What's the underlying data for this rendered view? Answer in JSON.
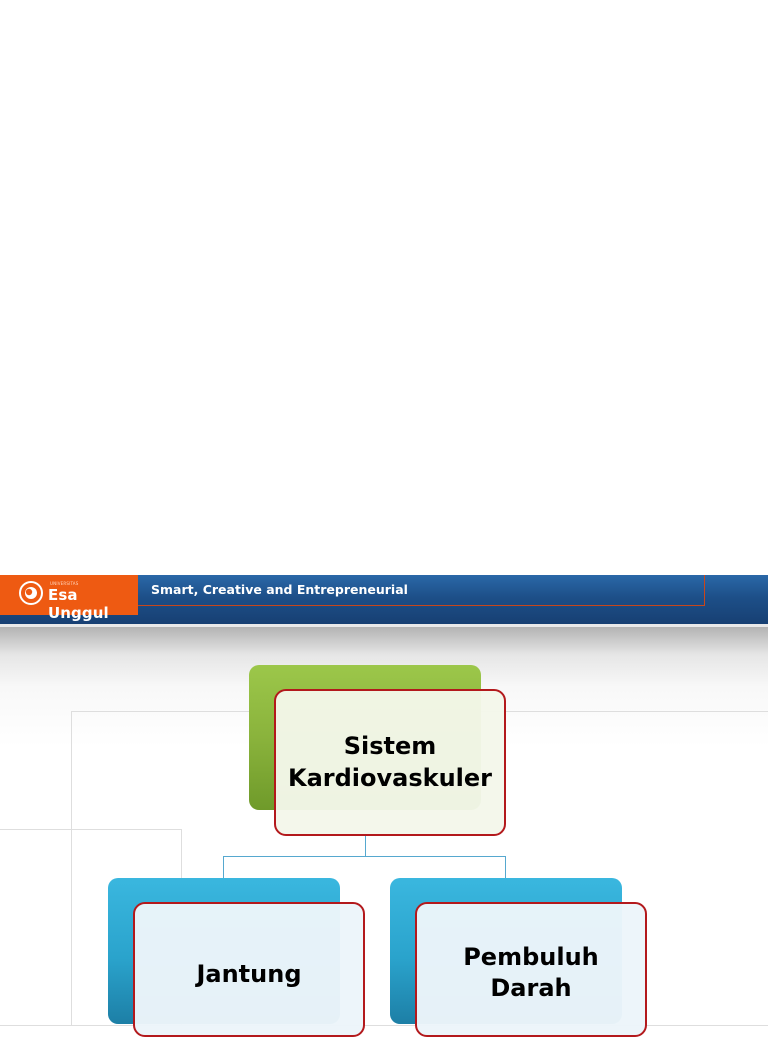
{
  "banner": {
    "logo_small": "UNIVERSITAS",
    "logo_name": "Esa Unggul",
    "tagline": "Smart, Creative and Entrepreneurial"
  },
  "org_chart": {
    "root": {
      "label_line1": "Sistem",
      "label_line2": "Kardiovaskuler"
    },
    "children": [
      {
        "label_line1": "Jantung",
        "label_line2": ""
      },
      {
        "label_line1": "Pembuluh",
        "label_line2": "Darah"
      }
    ]
  },
  "colors": {
    "banner_blue": "#1d4f88",
    "logo_orange": "#ee5a12",
    "root_green": "#8fbb3e",
    "child_blue": "#2aa9d3",
    "node_border_red": "#b3191c",
    "connector": "#56a8cf"
  }
}
